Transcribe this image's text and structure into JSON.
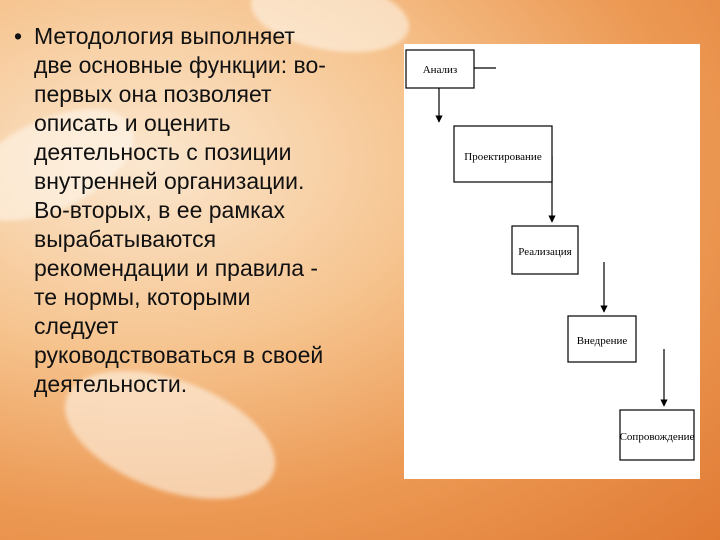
{
  "slide": {
    "bullet": "•",
    "text": "Методология выполняет\nдве основные функции: во-\nпервых она позволяет\nописать и оценить\nдеятельность с позиции\nвнутренней организации.\nВо-вторых, в ее рамках\nвырабатываются\nрекомендации и правила -\nте нормы, которыми\nследует\nруководствоваться в своей\nдеятельности."
  },
  "diagram": {
    "stages": [
      {
        "label": "Анализ"
      },
      {
        "label": "Проектирование"
      },
      {
        "label": "Реализация"
      },
      {
        "label": "Внедрение"
      },
      {
        "label": "Сопровождение"
      }
    ]
  }
}
